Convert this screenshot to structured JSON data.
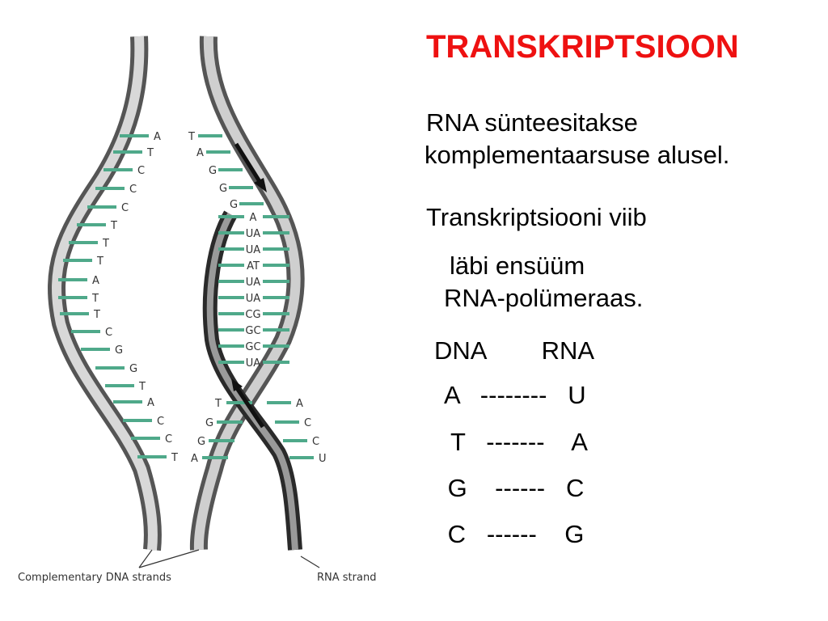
{
  "title": "TRANSKRIPTSIOON",
  "colors": {
    "title": "#ee1111",
    "base_pair": "#4fa98a"
  },
  "paragraphs": [
    {
      "lines": [
        "RNA sünteesitakse",
        "komplementaarsuse alusel."
      ]
    },
    {
      "lines": [
        "Transkriptsiooni viib"
      ]
    },
    {
      "lines": [
        "läbi ensüüm",
        "RNA-polümeraas."
      ]
    }
  ],
  "pairing_table": {
    "header": "DNA        RNA",
    "rows": [
      "A   --------   U",
      " T   -------    A",
      " G    ------   C",
      " C   ------    G"
    ]
  },
  "diagram": {
    "caption_left": "Complementary DNA strands",
    "caption_right": "RNA strand",
    "left_strand_bases": [
      "A",
      "T",
      "C",
      "C",
      "C",
      "T",
      "T",
      "T",
      "A",
      "T",
      "T",
      "C",
      "G",
      "G",
      "T",
      "A",
      "C",
      "C",
      "T"
    ],
    "top_right_bases": [
      "T",
      "A",
      "G",
      "G",
      "G"
    ],
    "hybrid_rna_bases": [
      "A",
      "UA",
      "UA",
      "AT",
      "UA",
      "UA",
      "CG",
      "GC",
      "GC",
      "UA"
    ],
    "bottom_dna_bases": [
      "T",
      "G",
      "G",
      "A"
    ],
    "bottom_rna_bases": [
      "A",
      "C",
      "C",
      "U"
    ]
  }
}
